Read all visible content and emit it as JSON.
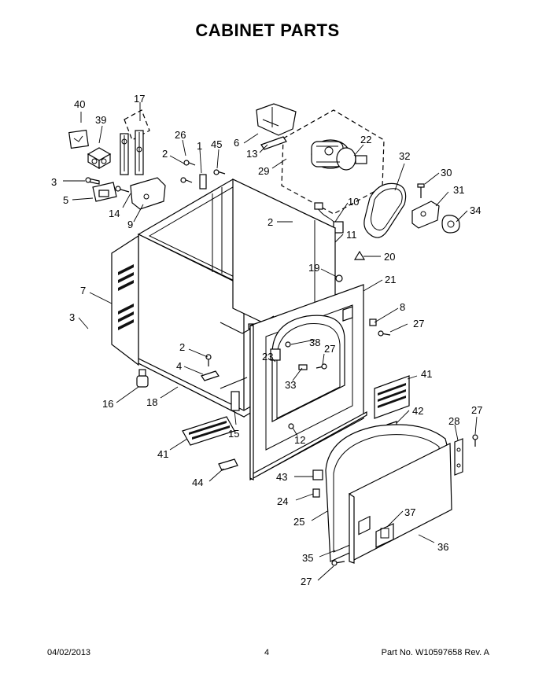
{
  "title": "CABINET PARTS",
  "footer": {
    "date": "04/02/2013",
    "page": "4",
    "part_no": "Part No.  W10597658  Rev.  A"
  },
  "callouts": {
    "c40": "40",
    "c17": "17",
    "c39": "39",
    "c26": "26",
    "c2a": "2",
    "c1": "1",
    "c45": "45",
    "c6": "6",
    "c13": "13",
    "c22": "22",
    "c29": "29",
    "c32": "32",
    "c30": "30",
    "c31": "31",
    "c34": "34",
    "c3a": "3",
    "c5": "5",
    "c14": "14",
    "c9": "9",
    "c10": "10",
    "c2b": "2",
    "c11": "11",
    "c20": "20",
    "c19": "19",
    "c21": "21",
    "c7": "7",
    "c8": "8",
    "c27a": "27",
    "c3b": "3",
    "c38": "38",
    "c27b": "27",
    "c2c": "2",
    "c23": "23",
    "c4": "4",
    "c33": "33",
    "c41a": "41",
    "c16": "16",
    "c18": "18",
    "c42": "42",
    "c27c": "27",
    "c28": "28",
    "c15": "15",
    "c12": "12",
    "c41b": "41",
    "c44": "44",
    "c43": "43",
    "c37": "37",
    "c24": "24",
    "c25": "25",
    "c36": "36",
    "c35": "35",
    "c27d": "27"
  }
}
